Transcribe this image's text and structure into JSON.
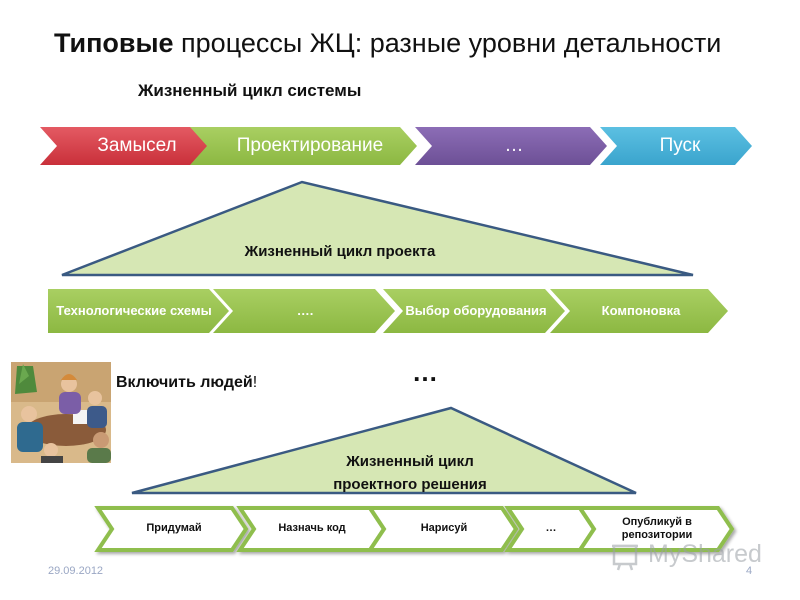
{
  "title": {
    "bold": "Типовые",
    "rest": " процессы ЖЦ: разные уровни детальности"
  },
  "system_lifecycle": {
    "heading": "Жизненный цикл системы",
    "stages": [
      {
        "label": "Замысел",
        "color": "#d8404b"
      },
      {
        "label": "Проектирование",
        "color": "#9bc44f"
      },
      {
        "label": "…",
        "color": "#7c5fa6"
      },
      {
        "label": "Пуск",
        "color": "#46b1d7"
      }
    ]
  },
  "project_lifecycle": {
    "label": "Жизненный цикл проекта",
    "stages": [
      {
        "label": "Технологические схемы"
      },
      {
        "label": "…."
      },
      {
        "label": "Выбор оборудования"
      },
      {
        "label": "Компоновка"
      }
    ],
    "color": "#90bd4c"
  },
  "include_people": {
    "label": "Включить людей",
    "suffix": "!"
  },
  "ellipsis": "…",
  "decision_lifecycle": {
    "label_line1": "Жизненный цикл",
    "label_line2": "проектного решения",
    "steps": [
      {
        "label": "Придумай"
      },
      {
        "label": "Назначь код"
      },
      {
        "label": "Нарисуй"
      },
      {
        "label": "…"
      },
      {
        "label": "Опубликуй в репозитории"
      }
    ]
  },
  "footer": {
    "date": "29.09.2012",
    "page": "4"
  },
  "watermark": {
    "text": "MyShared"
  },
  "colors": {
    "triangle_fill": "#d6e7b4",
    "triangle_stroke": "#3a5a82",
    "chevron_fill": "#8fbe4e"
  }
}
